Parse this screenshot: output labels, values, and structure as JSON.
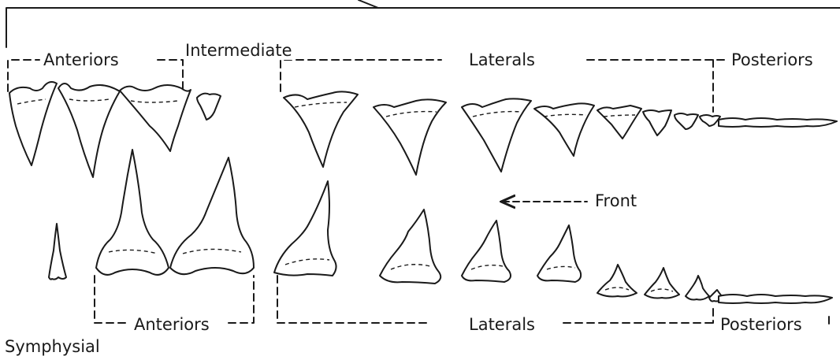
{
  "labels": {
    "anteriors_top": "Anteriors",
    "intermediate": "Intermediate",
    "laterals_top": "Laterals",
    "posteriors_top": "Posteriors",
    "front": "Front",
    "anteriors_bottom": "Anteriors",
    "laterals_bottom": "Laterals",
    "posteriors_bottom": "Posteriors",
    "symphysial": "Symphysial"
  },
  "colors": {
    "ink": "#1a1a1a",
    "background": "#ffffff"
  }
}
